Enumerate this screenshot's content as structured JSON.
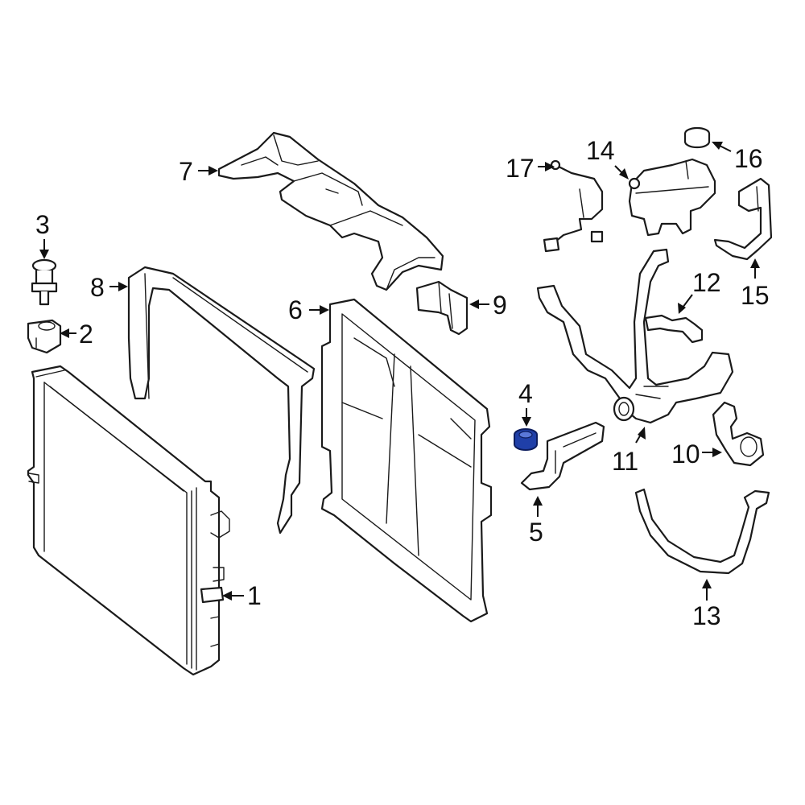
{
  "diagram": {
    "highlight_color": "#1f3fa8",
    "highlighted_part": "4",
    "callouts": [
      {
        "id": "c1",
        "label": "1"
      },
      {
        "id": "c2",
        "label": "2"
      },
      {
        "id": "c3",
        "label": "3"
      },
      {
        "id": "c4",
        "label": "4"
      },
      {
        "id": "c5",
        "label": "5"
      },
      {
        "id": "c6",
        "label": "6"
      },
      {
        "id": "c7",
        "label": "7"
      },
      {
        "id": "c8",
        "label": "8"
      },
      {
        "id": "c9",
        "label": "9"
      },
      {
        "id": "c10",
        "label": "10"
      },
      {
        "id": "c11",
        "label": "11"
      },
      {
        "id": "c12",
        "label": "12"
      },
      {
        "id": "c13",
        "label": "13"
      },
      {
        "id": "c14",
        "label": "14"
      },
      {
        "id": "c15",
        "label": "15"
      },
      {
        "id": "c16",
        "label": "16"
      },
      {
        "id": "c17",
        "label": "17"
      }
    ]
  }
}
